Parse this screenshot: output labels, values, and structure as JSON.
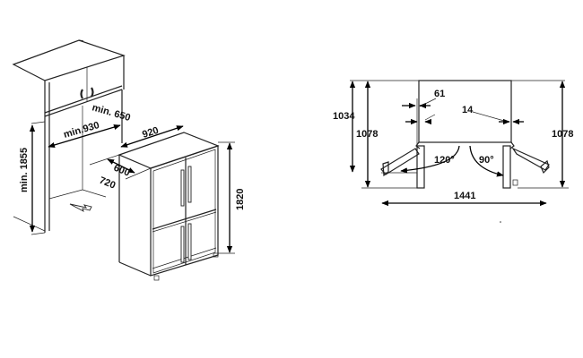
{
  "installation_view": {
    "labels": {
      "niche_depth": "min. 650",
      "niche_width": "min.930",
      "niche_height": "min. 1855",
      "appliance_width": "920",
      "appliance_depth": "600",
      "appliance_depth_with_handles": "720",
      "appliance_height": "1820"
    }
  },
  "top_view": {
    "labels": {
      "depth_left": "1034",
      "depth_with_door_left": "1078",
      "depth_with_door_right": "1078",
      "door_thickness": "61",
      "side_clearance": "14",
      "left_door_angle": "120°",
      "right_door_angle": "90°",
      "total_width_open": "1441"
    }
  }
}
